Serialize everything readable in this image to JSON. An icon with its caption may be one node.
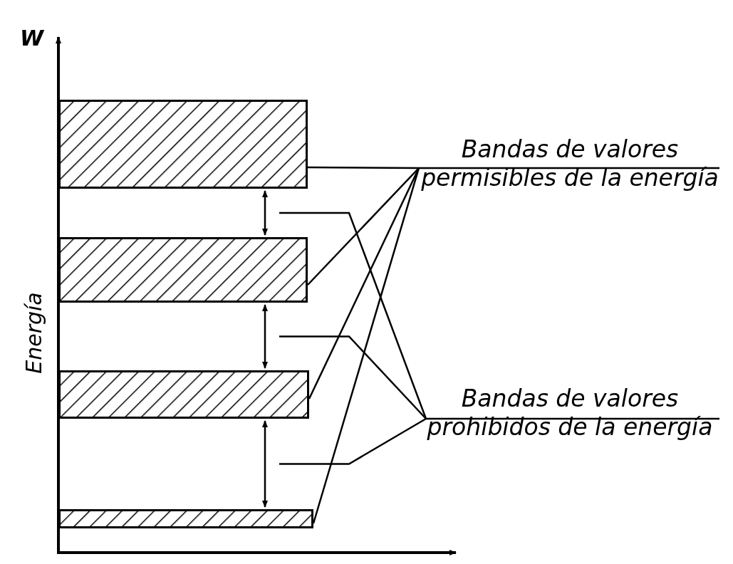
{
  "diagram": {
    "nodes": [
      {
        "text": [],
        "shape": "box"
      },
      {
        "text": [],
        "shape": "box"
      },
      {
        "text": [],
        "shape": "box"
      },
      {
        "text": [],
        "shape": "box"
      },
      {
        "text": [],
        "shape": "bar"
      },
      {
        "text": [],
        "shape": "bar"
      },
      {
        "text": [],
        "shape": "bar"
      },
      {
        "text": [
          "Bandas de valores permisibles de la energía"
        ]
      },
      {
        "text": [
          "Bandas de valores prohibidos de la energía"
        ]
      }
    ],
    "edges": [
      {
        "from": 7,
        "to": 0,
        "arrow": "none"
      },
      {
        "from": 7,
        "to": 1,
        "arrow": "none"
      },
      {
        "from": 7,
        "to": 2,
        "arrow": "none"
      },
      {
        "from": 7,
        "to": 3,
        "arrow": "none"
      },
      {
        "from": 8,
        "to": 4,
        "arrow": "none"
      },
      {
        "from": 8,
        "to": 5,
        "arrow": "none"
      },
      {
        "from": 8,
        "to": 6,
        "arrow": "none"
      }
    ],
    "labels": [
      "W",
      "Energía"
    ]
  }
}
